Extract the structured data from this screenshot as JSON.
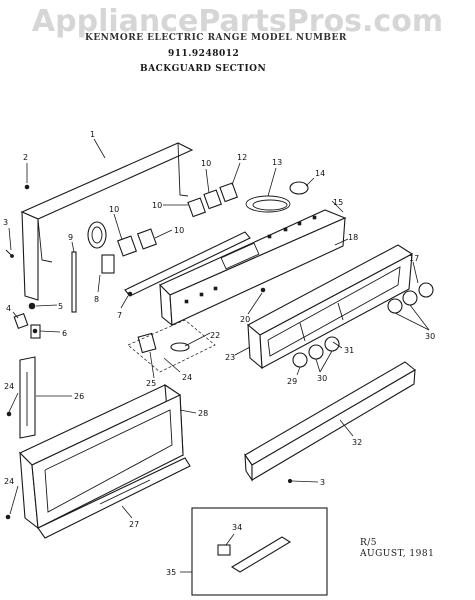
{
  "watermark": "AppliancePartsPros.com",
  "header": {
    "title": "KENMORE ELECTRIC RANGE  MODEL NUMBER",
    "model": "911.9248012",
    "section": "BACKGUARD SECTION"
  },
  "callouts": [
    "1",
    "2",
    "3",
    "4",
    "5",
    "6",
    "7",
    "8",
    "9",
    "10",
    "10",
    "10",
    "10",
    "12",
    "13",
    "14",
    "15",
    "17",
    "18",
    "20",
    "22",
    "23",
    "24",
    "24",
    "24",
    "25",
    "26",
    "27",
    "28",
    "29",
    "30",
    "30",
    "31",
    "32",
    "3",
    "34",
    "35"
  ],
  "footer": {
    "ref": "R/5",
    "date": "AUGUST, 1981"
  }
}
